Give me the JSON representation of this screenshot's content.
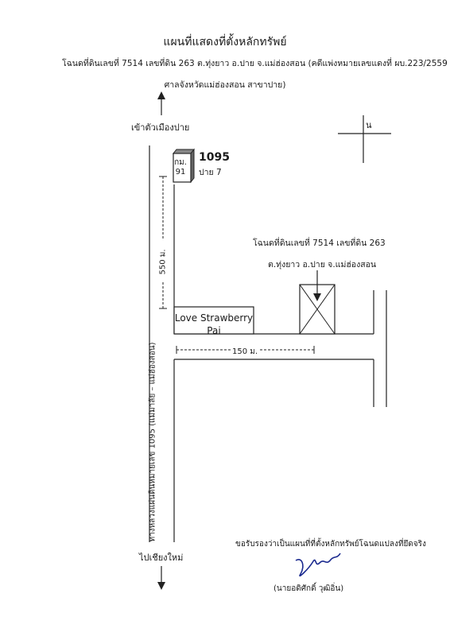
{
  "header": {
    "title": "แผนที่แสดงที่ตั้งหลักทรัพย์",
    "line1": "โฉนดที่ดินเลขที่ 7514 เลขที่ดิน 263  ต.ทุ่งยาว  อ.ปาย จ.แม่ฮ่องสอน (คดีแพ่งหมายเลขแดงที่ ผบ.223/2559",
    "line2": "ศาลจังหวัดแม่ฮ่องสอน สาขาปาย)"
  },
  "map": {
    "compass_label": "น",
    "north_direction_label": "เข้าตัวเมืองปาย",
    "south_direction_label": "ไปเชียงใหม่",
    "km_marker_code": "กม. 91",
    "highway_number": "1095",
    "highway_km": "ปาย 7",
    "distance_550": "550 ม.",
    "distance_150": "150 ม.",
    "highway_name": "ทางหลวงแผ่นดินหมายเลข 1095 (แม่มาลัย – แม่ฮ่องสอน)",
    "plot_label_line1": "โฉนดที่ดินเลขที่ 7514 เลขที่ดิน 263",
    "plot_label_line2": "ต.ทุ่งยาว  อ.ปาย จ.แม่ฮ่องสอน",
    "landmark": "Love Strawberry Pai"
  },
  "footer": {
    "certification": "ขอรับรองว่าเป็นแผนที่ที่ตั้งหลักทรัพย์โฉนดแปลงที่ยึดจริง",
    "signer": "(นายอดิศักดิ์   วุฒิอิ่น)"
  }
}
